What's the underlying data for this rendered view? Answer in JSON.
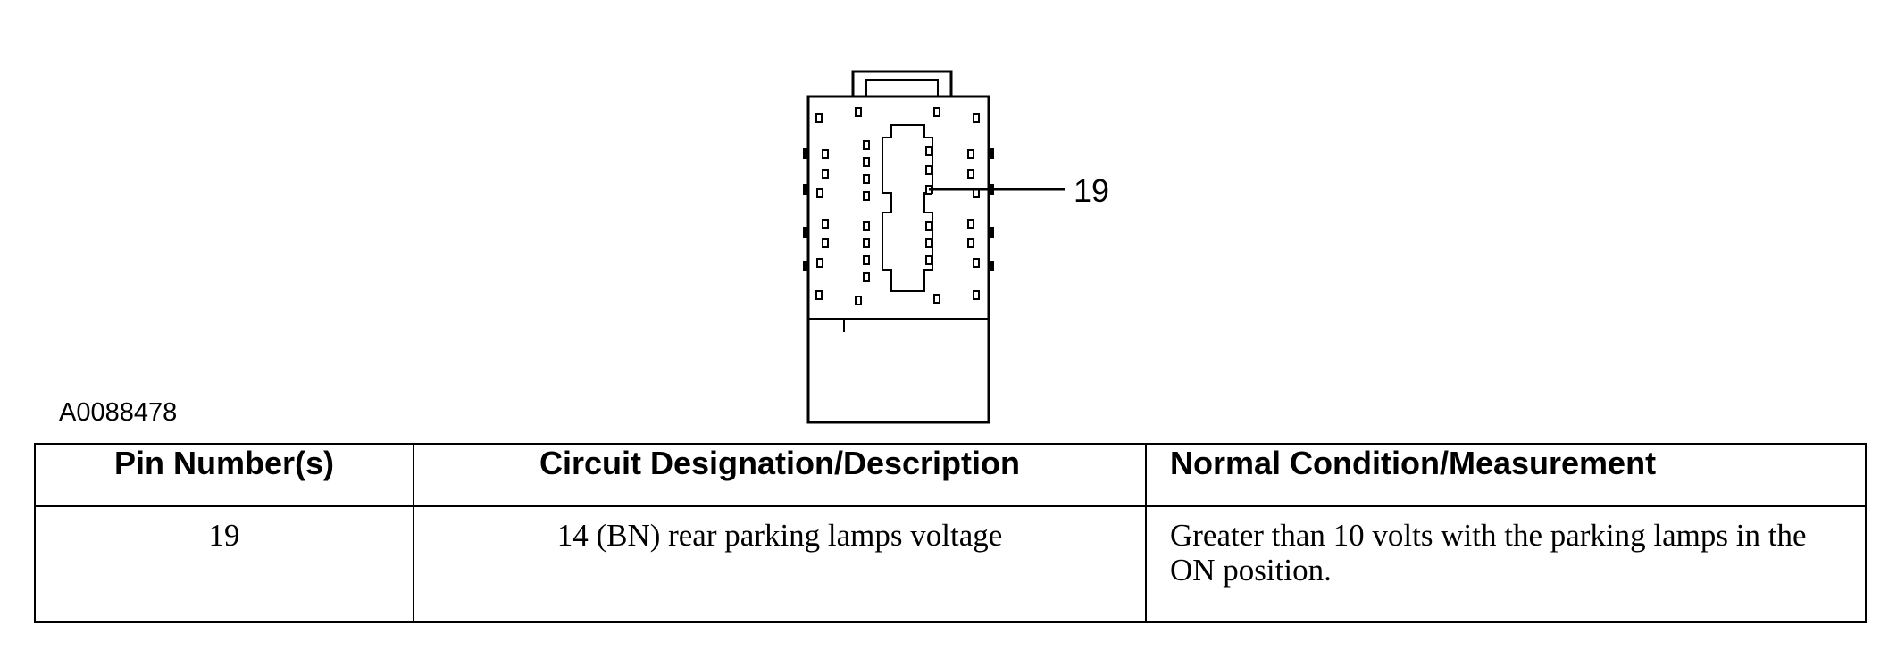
{
  "figure": {
    "id": "A0088478",
    "callout": "19"
  },
  "table": {
    "headers": [
      "Pin Number(s)",
      "Circuit Designation/Description",
      "Normal Condition/Measurement"
    ],
    "rows": [
      [
        "19",
        "14 (BN) rear parking lamps voltage",
        "Greater than 10 volts with the parking lamps in the ON position."
      ]
    ]
  }
}
